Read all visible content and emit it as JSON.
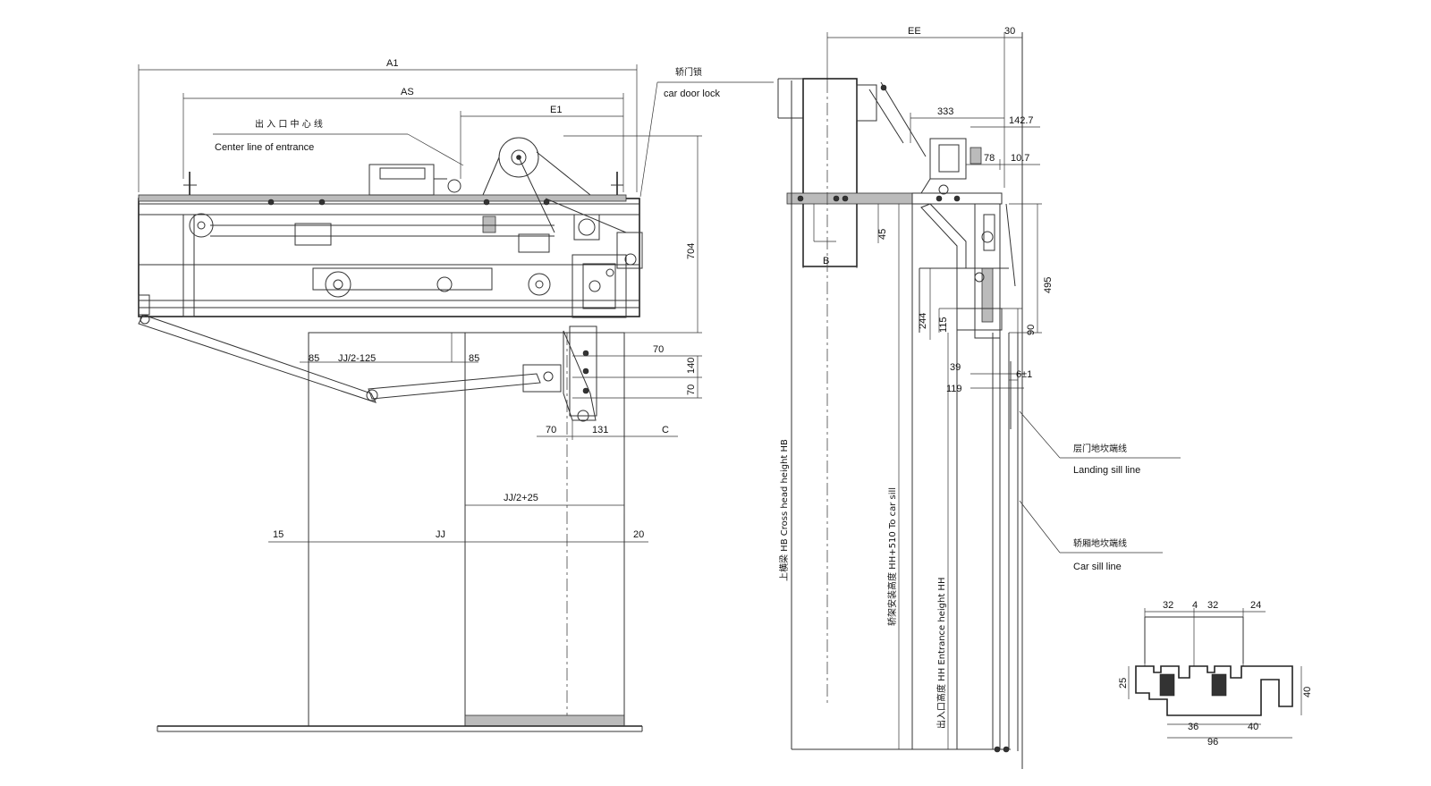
{
  "front_view": {
    "dims": {
      "a1": "A1",
      "as": "AS",
      "e1": "E1",
      "h704": "704",
      "jj_minus": "JJ/2-125",
      "d85a": "85",
      "d85b": "85",
      "d70a": "70",
      "d140": "140",
      "d70b": "70",
      "d70c": "70",
      "d131": "131",
      "c": "C",
      "jj_plus": "JJ/2+25",
      "d15": "15",
      "jj": "JJ",
      "d20": "20"
    },
    "labels": {
      "car_door_lock_cn": "轿门锁",
      "car_door_lock_en": "car door lock",
      "center_line_cn": "出 入 口 中 心 线",
      "center_line_en": "Center line of entrance"
    }
  },
  "side_view": {
    "dims": {
      "ee": "EE",
      "d30": "30",
      "d333": "333",
      "d142_7": "142.7",
      "d78": "78",
      "d10_7": "10.7",
      "b": "B",
      "d45": "45",
      "d495": "495",
      "d244": "244",
      "d115": "115",
      "d90": "90",
      "d39": "39",
      "d6pm1": "6±1",
      "d119": "119"
    },
    "vertical_labels": {
      "hb": "上横梁 HB Cross head height HB",
      "hh510": "轿架安装高度 HH+510 To car sill",
      "hh": "出入口高度 HH Entrance height HH"
    },
    "labels": {
      "landing_sill_cn": "层门地坎端线",
      "landing_sill_en": "Landing sill line",
      "car_sill_cn": "轿厢地坎端线",
      "car_sill_en": "Car sill line"
    }
  },
  "sill_section": {
    "dims": {
      "d32a": "32",
      "d4": "4",
      "d32b": "32",
      "d24": "24",
      "d25": "25",
      "d40r": "40",
      "d36": "36",
      "d40b": "40",
      "d96": "96"
    }
  }
}
